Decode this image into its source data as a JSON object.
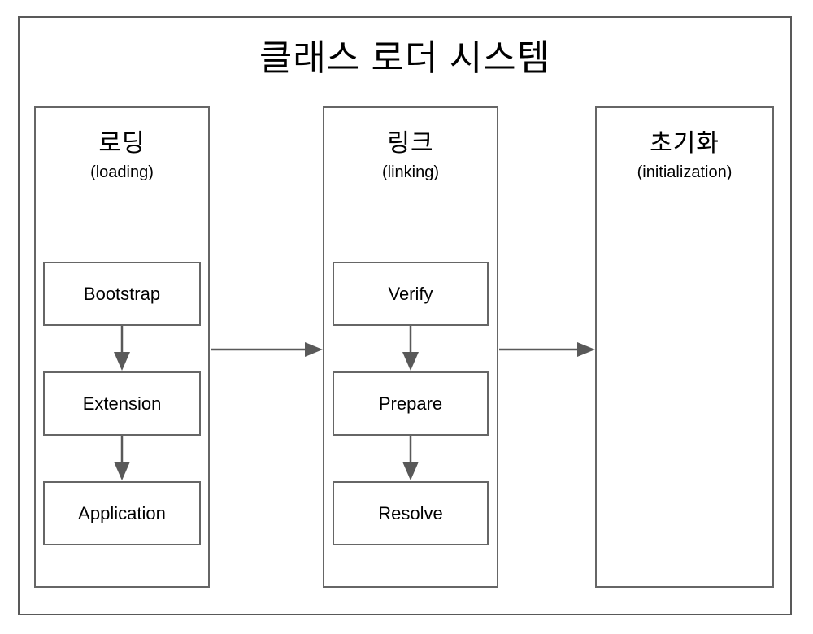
{
  "diagram": {
    "title": "클래스 로더 시스템",
    "stages": [
      {
        "id": "loading",
        "title_ko": "로딩",
        "title_en": "(loading)",
        "steps": [
          "Bootstrap",
          "Extension",
          "Application"
        ]
      },
      {
        "id": "linking",
        "title_ko": "링크",
        "title_en": "(linking)",
        "steps": [
          "Verify",
          "Prepare",
          "Resolve"
        ]
      },
      {
        "id": "initialization",
        "title_ko": "초기화",
        "title_en": "(initialization)",
        "steps": []
      }
    ],
    "connections": [
      {
        "from": "로딩 (loading)",
        "to": "링크 (linking)"
      },
      {
        "from": "링크 (linking)",
        "to": "초기화 (initialization)"
      },
      {
        "from": "Bootstrap",
        "to": "Extension"
      },
      {
        "from": "Extension",
        "to": "Application"
      },
      {
        "from": "Verify",
        "to": "Prepare"
      },
      {
        "from": "Prepare",
        "to": "Resolve"
      }
    ]
  },
  "colors": {
    "frame_border": "#595959",
    "box_border": "#666666",
    "arrow": "#595959",
    "text": "#000000",
    "background": "#ffffff"
  }
}
